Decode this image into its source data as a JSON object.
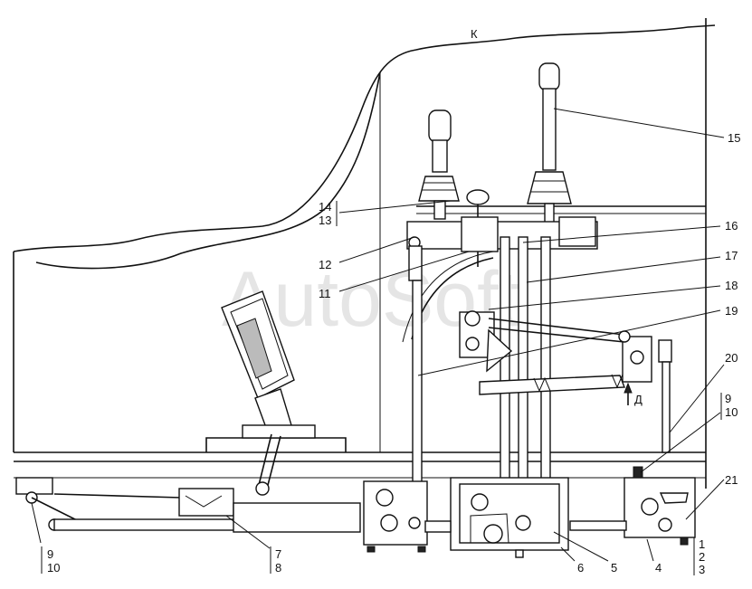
{
  "diagram": {
    "view_label": "К",
    "direction_label": "Д",
    "watermark": "AutoSoft",
    "callouts": [
      {
        "id": "c15",
        "text": "15"
      },
      {
        "id": "c14",
        "text": "14"
      },
      {
        "id": "c13",
        "text": "13"
      },
      {
        "id": "c16",
        "text": "16"
      },
      {
        "id": "c12",
        "text": "12"
      },
      {
        "id": "c17",
        "text": "17"
      },
      {
        "id": "c11",
        "text": "11"
      },
      {
        "id": "c18",
        "text": "18"
      },
      {
        "id": "c19",
        "text": "19"
      },
      {
        "id": "c20",
        "text": "20"
      },
      {
        "id": "c9r",
        "text": "9"
      },
      {
        "id": "c10r",
        "text": "10"
      },
      {
        "id": "c21",
        "text": "21"
      },
      {
        "id": "c9l",
        "text": "9"
      },
      {
        "id": "c10l",
        "text": "10"
      },
      {
        "id": "c7",
        "text": "7"
      },
      {
        "id": "c8",
        "text": "8"
      },
      {
        "id": "c6",
        "text": "6"
      },
      {
        "id": "c5",
        "text": "5"
      },
      {
        "id": "c4",
        "text": "4"
      },
      {
        "id": "c1",
        "text": "1"
      },
      {
        "id": "c2",
        "text": "2"
      },
      {
        "id": "c3",
        "text": "3"
      }
    ]
  }
}
